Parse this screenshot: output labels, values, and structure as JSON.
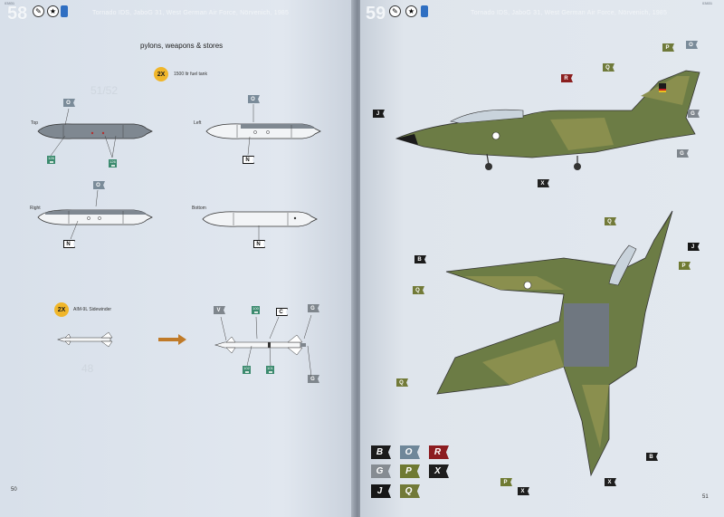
{
  "left_page": {
    "step_number": "58",
    "subtitle": "Tornado IDS, JaboG 31, West German Air Force, Nörvenich, 1985",
    "page_number": "50",
    "tiny_code": "03831",
    "section_title": "pylons, weapons & stores",
    "fuel_tank": {
      "quantity": "2X",
      "label": "1500 ltr fuel tank",
      "ghost_part": "51/52",
      "views": [
        {
          "name": "Top",
          "flag": "O",
          "callouts": [
            "126",
            "126"
          ]
        },
        {
          "name": "Left",
          "flag": "O",
          "callouts_flag": "N"
        },
        {
          "name": "Right",
          "flag": "O",
          "callouts_flag": "N"
        },
        {
          "name": "Bottom",
          "flag": "",
          "callouts_flag": "N"
        }
      ]
    },
    "sidewinder": {
      "quantity": "2X",
      "label": "AIM-9L Sidewinder",
      "ghost_part": "48",
      "flags": [
        "V",
        "C",
        "G",
        "G"
      ],
      "callouts": [
        "100",
        "102",
        "101"
      ]
    }
  },
  "right_page": {
    "step_number": "59",
    "subtitle": "Tornado IDS, JaboG 31, West German Air Force, Nörvenich, 1985",
    "page_number": "51",
    "tiny_code": "03831",
    "side_view_flags": [
      {
        "code": "O",
        "color": "#7a8b99"
      },
      {
        "code": "P",
        "color": "#6f7a3a"
      },
      {
        "code": "G",
        "color": "#7f868d"
      },
      {
        "code": "R",
        "color": "#8b1f1f"
      },
      {
        "code": "Q",
        "color": "#6f7a3a"
      },
      {
        "code": "J",
        "color": "#1c1c1c"
      },
      {
        "code": "X",
        "color": "#222222"
      },
      {
        "code": "G",
        "color": "#7f868d"
      }
    ],
    "legend": [
      {
        "code": "B",
        "color": "#1b1b1b"
      },
      {
        "code": "O",
        "color": "#6f8799"
      },
      {
        "code": "R",
        "color": "#8c1c20"
      },
      {
        "code": "G",
        "color": "#868c92"
      },
      {
        "code": "P",
        "color": "#6f7a32"
      },
      {
        "code": "X",
        "color": "#1e1e1e"
      },
      {
        "code": "J",
        "color": "#161616"
      },
      {
        "code": "Q",
        "color": "#727a38"
      }
    ]
  },
  "colors": {
    "camo_green": "#6c7c45",
    "camo_olive": "#8a8f4e",
    "camo_grey": "#6f7780",
    "tank_grey": "#7f8891",
    "callout_green": "#3b8a6e",
    "badge_yellow": "#f0b62a",
    "arrow_orange": "#c07a28"
  }
}
